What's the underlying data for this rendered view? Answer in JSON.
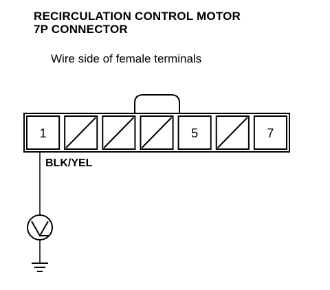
{
  "header": {
    "title_line1": "RECIRCULATION CONTROL MOTOR",
    "title_line2": "7P CONNECTOR"
  },
  "view_label": "Wire side of female terminals",
  "connector": {
    "terminals": [
      {
        "number": "1",
        "used": true
      },
      {
        "number": "",
        "used": false
      },
      {
        "number": "",
        "used": false
      },
      {
        "number": "",
        "used": false
      },
      {
        "number": "5",
        "used": true
      },
      {
        "number": "",
        "used": false
      },
      {
        "number": "7",
        "used": true
      }
    ]
  },
  "wire": {
    "color_label": "BLK/YEL"
  },
  "icons": {
    "meter": "voltmeter-icon",
    "ground": "ground-icon"
  }
}
